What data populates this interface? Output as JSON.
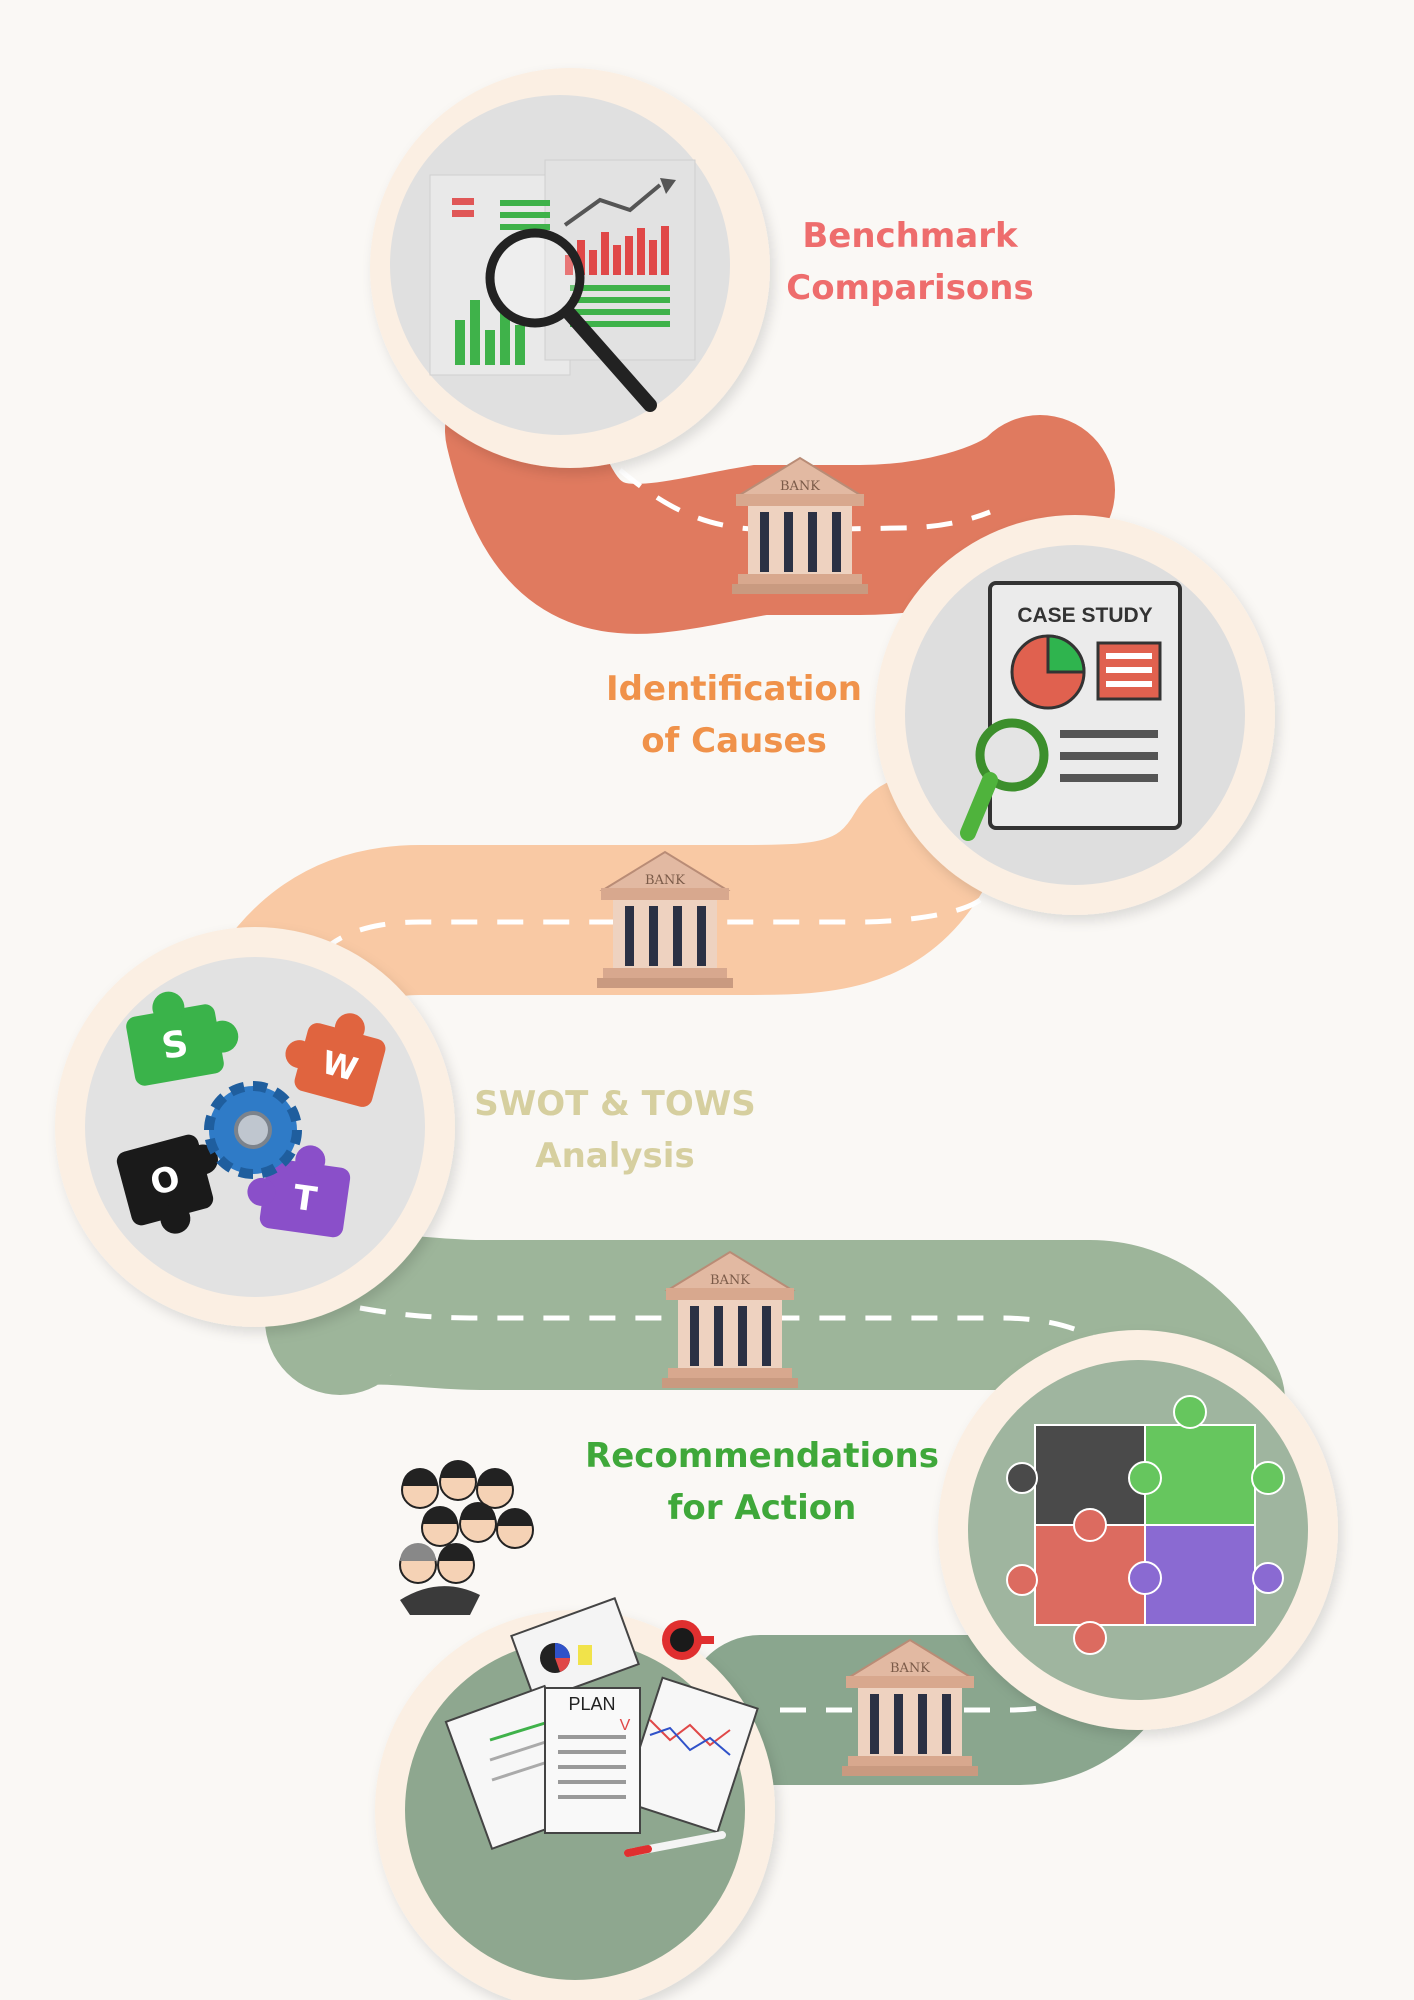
{
  "steps": [
    {
      "line1": "Benchmark",
      "line2": "Comparisons",
      "color": "#ee6d6d",
      "icon": "analytics-report-magnifier-icon"
    },
    {
      "line1": "Identification",
      "line2": "of Causes",
      "color": "#f0924a",
      "icon": "case-study-document-icon"
    },
    {
      "line1": "SWOT & TOWS",
      "line2": "Analysis",
      "color": "#d6cf9f",
      "icon": "swot-puzzle-gears-icon"
    },
    {
      "line1": "Recommendations",
      "line2": "for Action",
      "color": "#3fa83a",
      "icon": "puzzle-pieces-icon"
    },
    {
      "line1": "",
      "line2": "",
      "color": "#8ca88f",
      "icon": "plan-documents-desk-icon"
    }
  ],
  "road_colors": [
    "#e07a5f",
    "#f9c9a4",
    "#9db59a",
    "#8aa68e"
  ],
  "building_sign": "BANK",
  "case_study_title": "CASE STUDY",
  "plan_title": "PLAN",
  "swot_letters": [
    "S",
    "W",
    "O",
    "T"
  ]
}
